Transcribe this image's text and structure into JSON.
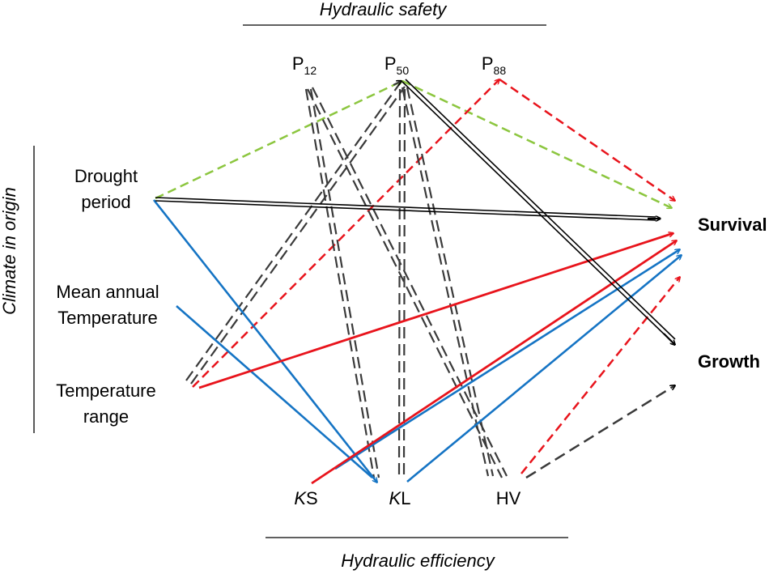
{
  "title_top": "Hydraulic safety",
  "title_bottom": "Hydraulic efficiency",
  "side_label": "Climate in origin",
  "safety_nodes": [
    {
      "base": "P",
      "sub": "12"
    },
    {
      "base": "P",
      "sub": "50"
    },
    {
      "base": "P",
      "sub": "88"
    }
  ],
  "climate_nodes": {
    "drought": [
      "Drought",
      "period"
    ],
    "mat": [
      "Mean annual",
      "Temperature"
    ],
    "trange": [
      "Temperature",
      "range"
    ]
  },
  "efficiency_nodes": [
    {
      "italic": "K",
      "rest": "S"
    },
    {
      "italic": "K",
      "rest": "L"
    },
    {
      "italic": "",
      "rest": "HV"
    }
  ],
  "outcomes": {
    "survival": "Survival",
    "growth": "Growth"
  },
  "colors": {
    "black": "#000000",
    "gray": "#3a3a3a",
    "red": "#e8141c",
    "blue": "#1574c4",
    "green": "#8cc63f"
  }
}
